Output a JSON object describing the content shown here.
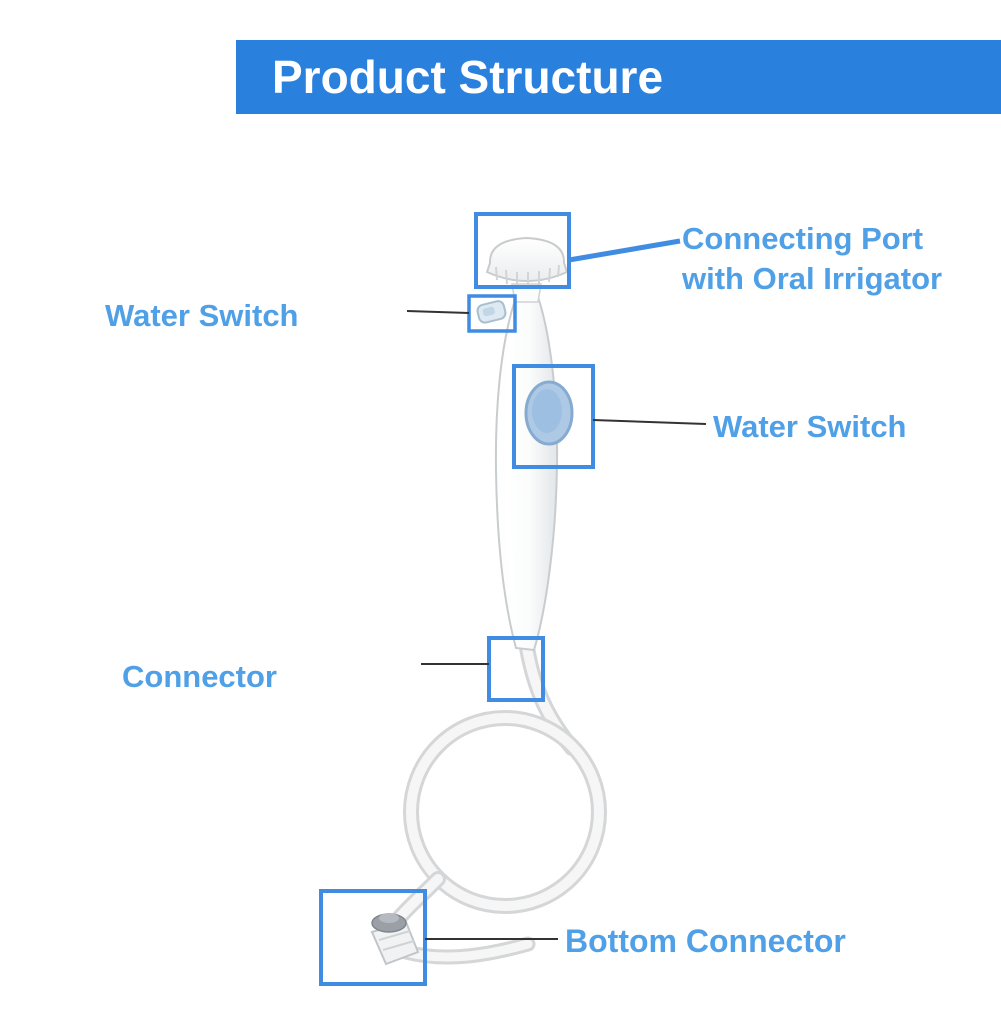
{
  "header": {
    "title": "Product Structure"
  },
  "labels": {
    "connecting_port": [
      "Connecting Port",
      "with Oral Irrigator"
    ],
    "water_switch_left": "Water Switch",
    "water_switch_right": "Water Switch",
    "connector": "Connector",
    "bottom_connector": "Bottom Connector"
  },
  "illustration": {
    "parts": [
      "connecting-port-cap",
      "water-switch-slider",
      "water-switch-button",
      "connector-joint",
      "hose-loop",
      "bottom-connector-fitting"
    ]
  },
  "colors": {
    "header_bg": "#2a80dd",
    "header_text": "#ffffff",
    "label_text": "#4fa0e6",
    "highlight_box": "#3f8ce2",
    "callout_line": "#333333",
    "button_blue": "#a9c7e6"
  }
}
